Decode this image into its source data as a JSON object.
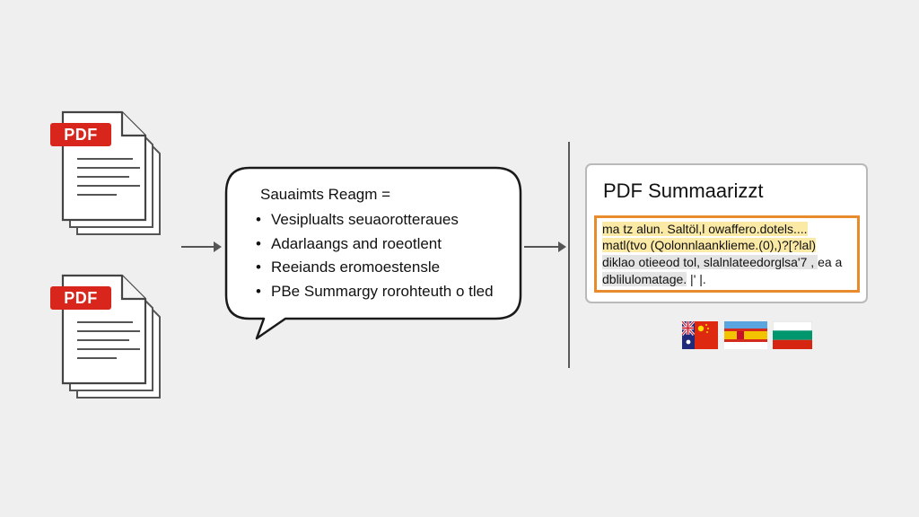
{
  "pdf_docs": [
    {
      "badge": "PDF"
    },
    {
      "badge": "PDF"
    }
  ],
  "bubble": {
    "title": "Sauaimts Reagm  =",
    "items": [
      "Vesiplualts seuaorotteraues",
      "Adarlaangs and roeotlent",
      "Reeiands eromoestensle",
      "PBe Summargy rorohteuth o tled"
    ]
  },
  "summary_card": {
    "title": "PDF Summaarizzt",
    "lines": [
      {
        "text": "ma tz alun. Saltöl,l owaffero.dotels....",
        "highlight": "yellow"
      },
      {
        "text": "matl(tvo (Qolonnlaanklieme.(0),)?[?lal)",
        "highlight": "yellow"
      },
      {
        "text": "diklao otieeod tol, slalnlateedorglsa'7 , ",
        "highlight": "grey"
      },
      {
        "text": "ea a",
        "highlight": "none"
      },
      {
        "text": "dblilulomatage.",
        "highlight": "grey"
      },
      {
        "text": " |' |.",
        "highlight": "none"
      }
    ]
  },
  "flags": [
    "australia-flag",
    "china-flag",
    "spain-flag",
    "bulgaria-flag"
  ],
  "colors": {
    "pdf_red": "#d9261c",
    "highlight_border": "#e78b2d",
    "highlight_yellow": "#fbe9a6"
  }
}
